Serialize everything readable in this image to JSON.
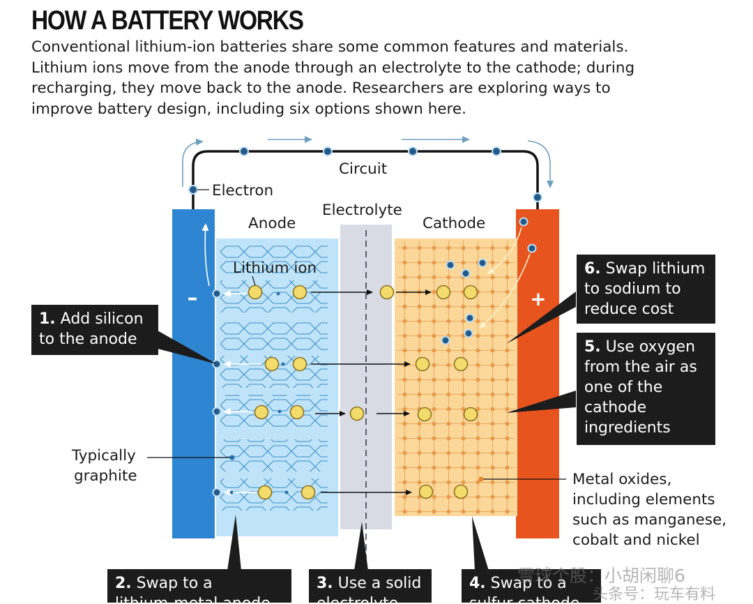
{
  "title": "HOW A BATTERY WORKS",
  "intro_lines": [
    "Conventional lithium-ion batteries share some common features and materials.",
    "Lithium ions move from the anode through an electrolyte to the cathode; during",
    "recharging, they move back to the anode. Researchers are exploring ways to",
    "improve battery design, including six options shown here."
  ],
  "labels": {
    "circuit": "Circuit",
    "electron": "Electron",
    "anode": "Anode",
    "electrolyte": "Electrolyte",
    "cathode": "Cathode",
    "lithium_ion": "Lithium ion",
    "minus": "–",
    "plus": "+",
    "typically_graphite": [
      "Typically",
      "graphite"
    ],
    "metal_oxides": [
      "Metal oxides,",
      "including elements",
      "such as manganese,",
      "cobalt and nickel"
    ]
  },
  "options": [
    {
      "num": "1.",
      "lines": [
        "Add silicon",
        "to the anode"
      ]
    },
    {
      "num": "2.",
      "lines": [
        "Swap to a",
        "lithium-metal anode"
      ]
    },
    {
      "num": "3.",
      "lines": [
        "Use a solid",
        "electrolyte"
      ]
    },
    {
      "num": "4.",
      "lines": [
        "Swap to a",
        "sulfur cathode"
      ]
    },
    {
      "num": "5.",
      "lines": [
        "Use oxygen",
        "from the air as",
        "one of the",
        "cathode",
        "ingredients"
      ]
    },
    {
      "num": "6.",
      "lines": [
        "Swap lithium",
        "to sodium to",
        "reduce cost"
      ]
    }
  ],
  "watermark": {
    "line1": "雪球个股：小胡闲聊6",
    "line2": "头条号：玩车有料"
  },
  "colors": {
    "anode_terminal": "#2e86d2",
    "cathode_terminal": "#e8541e",
    "anode_material": "#bfe3f8",
    "cathode_material": "#fbd79a",
    "electrolyte": "#d9dbe4",
    "lithium_ion": "#f3dc6c",
    "electron": "#245a8a",
    "callout_box": "#1c1c1c"
  },
  "icons": [
    "electron-dot-icon",
    "lithium-ion-icon",
    "arrow-icon"
  ]
}
